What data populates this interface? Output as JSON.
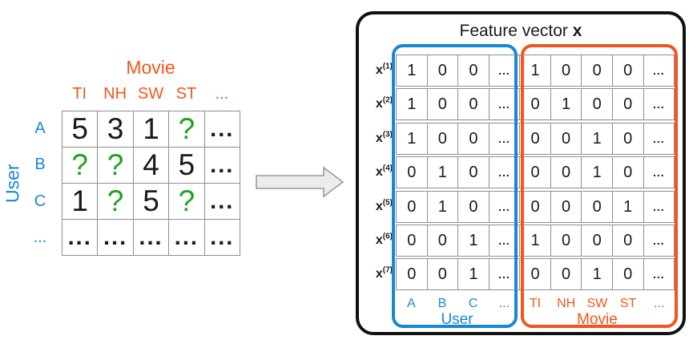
{
  "colors": {
    "blue": "#1787d8",
    "orange": "#f4551c",
    "green": "#1fa31f"
  },
  "left_matrix": {
    "col_axis_label": "Movie",
    "row_axis_label": "User",
    "col_headers": [
      "TI",
      "NH",
      "SW",
      "ST",
      "..."
    ],
    "row_headers": [
      "A",
      "B",
      "C",
      "..."
    ],
    "rows": [
      [
        "5",
        "3",
        "1",
        "?",
        "..."
      ],
      [
        "?",
        "?",
        "4",
        "5",
        "..."
      ],
      [
        "1",
        "?",
        "5",
        "?",
        "..."
      ],
      [
        "...",
        "...",
        "...",
        "...",
        "..."
      ]
    ]
  },
  "feature_panel": {
    "title_prefix": "Feature vector ",
    "title_emph": "x",
    "row_label_base": "x",
    "rows": [
      {
        "sup": "(1)",
        "user": [
          "1",
          "0",
          "0",
          "..."
        ],
        "movie": [
          "1",
          "0",
          "0",
          "0",
          "..."
        ]
      },
      {
        "sup": "(2)",
        "user": [
          "1",
          "0",
          "0",
          "..."
        ],
        "movie": [
          "0",
          "1",
          "0",
          "0",
          "..."
        ]
      },
      {
        "sup": "(3)",
        "user": [
          "1",
          "0",
          "0",
          "..."
        ],
        "movie": [
          "0",
          "0",
          "1",
          "0",
          "..."
        ]
      },
      {
        "sup": "(4)",
        "user": [
          "0",
          "1",
          "0",
          "..."
        ],
        "movie": [
          "0",
          "0",
          "1",
          "0",
          "..."
        ]
      },
      {
        "sup": "(5)",
        "user": [
          "0",
          "1",
          "0",
          "..."
        ],
        "movie": [
          "0",
          "0",
          "0",
          "1",
          "..."
        ]
      },
      {
        "sup": "(6)",
        "user": [
          "0",
          "0",
          "1",
          "..."
        ],
        "movie": [
          "1",
          "0",
          "0",
          "0",
          "..."
        ]
      },
      {
        "sup": "(7)",
        "user": [
          "0",
          "0",
          "1",
          "..."
        ],
        "movie": [
          "0",
          "0",
          "1",
          "0",
          "..."
        ]
      }
    ],
    "user_group": {
      "label": "User",
      "cols": [
        "A",
        "B",
        "C",
        "..."
      ]
    },
    "movie_group": {
      "label": "Movie",
      "cols": [
        "TI",
        "NH",
        "SW",
        "ST",
        "..."
      ]
    }
  }
}
